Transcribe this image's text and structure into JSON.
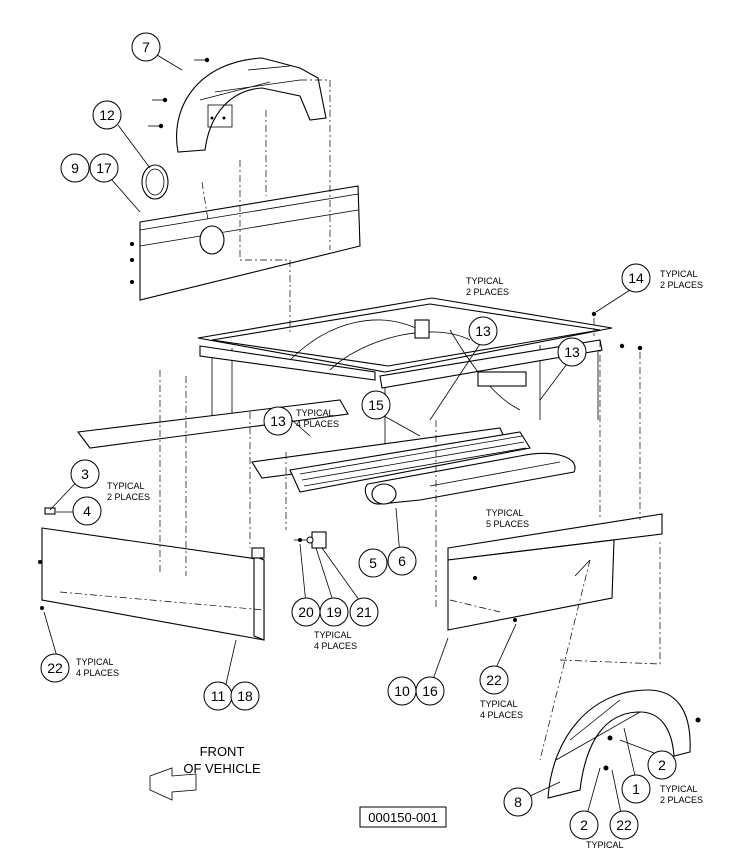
{
  "bubbles": [
    "7",
    "12",
    "9",
    "17",
    "14",
    "13",
    "13",
    "13",
    "15",
    "3",
    "4",
    "5",
    "6",
    "20",
    "19",
    "21",
    "22",
    "11",
    "18",
    "10",
    "16",
    "22",
    "8",
    "1",
    "2",
    "2",
    "22"
  ],
  "notes": {
    "n14": [
      "TYPICAL",
      "2 PLACES"
    ],
    "nframe": [
      "TYPICAL",
      "2 PLACES"
    ],
    "n13": [
      "TYPICAL",
      "4 PLACES"
    ],
    "n3": [
      "TYPICAL",
      "2 PLACES"
    ],
    "n5p": [
      "TYPICAL",
      "5 PLACES"
    ],
    "n4p": [
      "TYPICAL",
      "4 PLACES"
    ],
    "n22l": [
      "TYPICAL",
      "4 PLACES"
    ],
    "n22r": [
      "TYPICAL",
      "4 PLACES"
    ],
    "n2": [
      "TYPICAL",
      "2 PLACES"
    ],
    "nbottom": "TYPICAL"
  },
  "front_label": [
    "FRONT",
    "OF VEHICLE"
  ],
  "drawing_number": "000150-001"
}
